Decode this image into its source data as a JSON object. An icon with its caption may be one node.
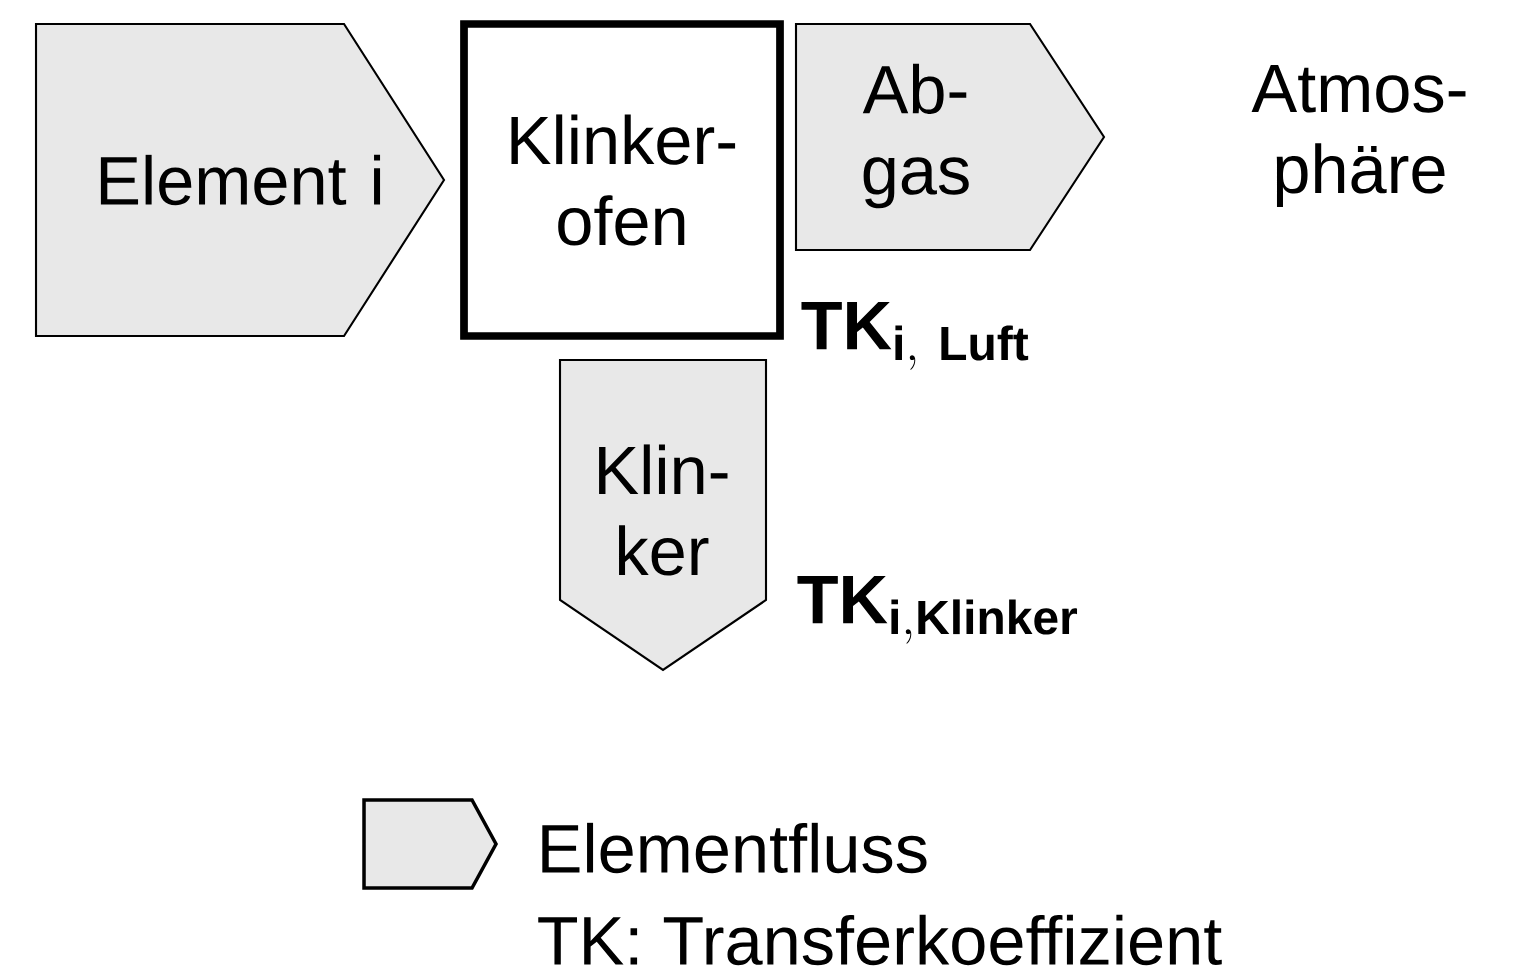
{
  "diagram": {
    "nodes": [
      {
        "text": [
          "Element i"
        ]
      },
      {
        "text": [
          "Klinker- ofen"
        ]
      },
      {
        "text": [
          "Ab- gas"
        ]
      },
      {
        "text": [
          "Atmos- phäre"
        ]
      },
      {
        "text": [
          "Klin- ker"
        ],
        "beside": [
          "\\mathbf{TK}_{\\mathbf{i,Klinker}}"
        ]
      }
    ],
    "labels": [
      "\\mathbf{TK}_{\\mathbf{i,\\ Luft}}",
      "TK: Transferkoeffizient"
    ],
    "legend": [
      {
        "text": "Elementfluss"
      }
    ]
  }
}
